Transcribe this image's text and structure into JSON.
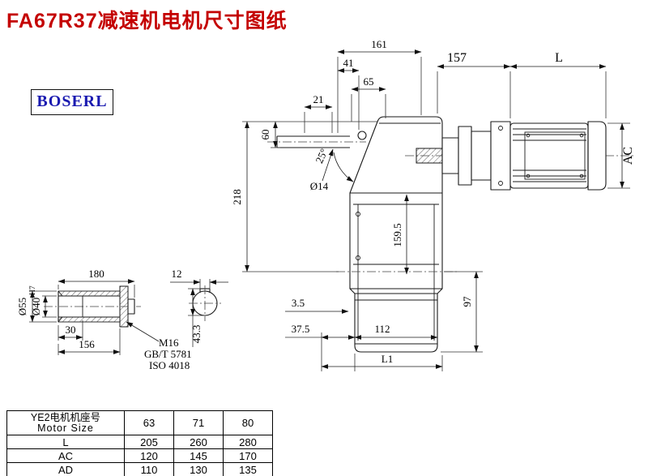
{
  "page": {
    "title": "FA67R37减速机电机尺寸图纸",
    "brand": "BOSERL"
  },
  "colors": {
    "title_red": "#c40000",
    "brand_blue": "#1a1ab0",
    "line": "#1a1a1a"
  },
  "main_dims": {
    "d161": "161",
    "d41": "41",
    "d65": "65",
    "d21": "21",
    "d157": "157",
    "dL": "L",
    "d60": "60",
    "d218": "218",
    "dia14": "Ø14",
    "ang25": "25°",
    "d159_5": "159.5",
    "d97": "97",
    "dAC": "AC",
    "d3_5": "3.5",
    "d37_5": "37.5",
    "d112": "112",
    "dL1": "L1"
  },
  "shaft_dims": {
    "d180": "180",
    "d12": "12",
    "dia55": "Ø55",
    "dia40": "Ø40",
    "fit": "H7",
    "d30": "30",
    "d156": "156",
    "d43_3": "43.3",
    "note_m16": "M16",
    "note_gb": "GB/T 5781",
    "note_iso": "ISO 4018"
  },
  "table": {
    "header_cn": "YE2电机机座号",
    "header_en": "Motor Size",
    "sizes": [
      "63",
      "71",
      "80"
    ],
    "rows": [
      {
        "label": "L",
        "values": [
          "205",
          "260",
          "280"
        ]
      },
      {
        "label": "AC",
        "values": [
          "120",
          "145",
          "170"
        ]
      },
      {
        "label": "AD",
        "values": [
          "110",
          "130",
          "135"
        ]
      }
    ]
  }
}
